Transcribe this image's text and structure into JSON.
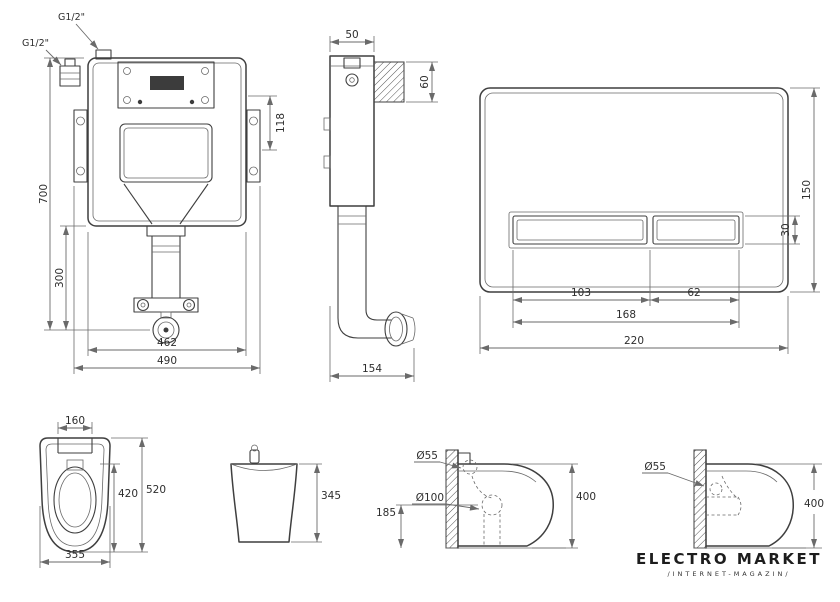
{
  "drawing": {
    "cistern_front": {
      "inlet_top_label": "G1/2\"",
      "inlet_side_label": "G1/2\"",
      "dim_height_total": "700",
      "dim_height_lower": "300",
      "dim_right": "118",
      "dim_width_inner": "462",
      "dim_width_total": "490"
    },
    "cistern_side": {
      "dim_depth_top": "50",
      "dim_bracket": "60",
      "dim_depth_bottom": "154"
    },
    "flush_plate": {
      "dim_height": "150",
      "dim_button_height": "30",
      "dim_button_large": "103",
      "dim_button_small": "62",
      "dim_buttons_total": "168",
      "dim_width": "220"
    },
    "bowl_top": {
      "dim_back_width": "160",
      "dim_depth_inner": "420",
      "dim_depth_total": "520",
      "dim_width": "355"
    },
    "bowl_front": {
      "dim_height": "345"
    },
    "bowl_side_floor": {
      "dim_inlet": "Ø55",
      "dim_outlet": "Ø100",
      "dim_outlet_height": "185",
      "dim_height": "400"
    },
    "bowl_side_wall": {
      "dim_inlet": "Ø55",
      "dim_height": "400"
    }
  },
  "logo": {
    "title": "ELECTRO MARKET",
    "subtitle": "/INTERNET-MAGAZIN/"
  },
  "colors": {
    "line": "#3f3f3f",
    "dim_line": "#6a6a6a",
    "background": "#ffffff"
  }
}
